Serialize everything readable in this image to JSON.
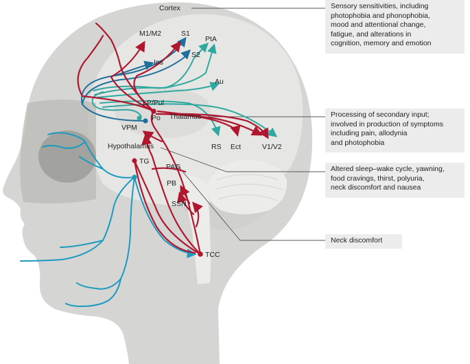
{
  "labels": {
    "cortex": "Cortex",
    "m1m2": "M1/M2",
    "s1": "S1",
    "pta": "PtA",
    "s2": "S2",
    "ins": "Ins",
    "au": "Au",
    "lp_pul": "LP/Pul",
    "po": "Po",
    "thalamus": "Thalamus",
    "vpm": "VPM",
    "hypothalamus": "Hypothalamus",
    "rs": "RS",
    "ect": "Ect",
    "v1v2": "V1/V2",
    "tg": "TG",
    "pag": "PAG",
    "pb": "PB",
    "ssn": "SSN",
    "tcc": "TCC"
  },
  "boxes": {
    "cortex_box": [
      "Sensory sensitivities, including",
      "photophobia and phonophobia,",
      "mood and attentional change,",
      "fatigue, and alterations in",
      "cognition, memory and emotion"
    ],
    "thalamus_box": [
      "Processing of secondary input;",
      "involved in production of symptoms",
      "including pain, allodynia",
      "and photophobia"
    ],
    "hypothalamus_box": [
      "Altered sleep–wake cycle, yawning,",
      "food cravings, thirst, polyuria,",
      "neck discomfort and nausea"
    ],
    "neck_box": [
      "Neck discomfort"
    ]
  },
  "colors": {
    "red_pathway": "#b0162e",
    "teal_pathway": "#2fa9a0",
    "blue_pathway": "#1e6f9a",
    "nerve": "#1b9ac0",
    "head": "#d5d5d3",
    "brain": "#e6e6e4"
  }
}
